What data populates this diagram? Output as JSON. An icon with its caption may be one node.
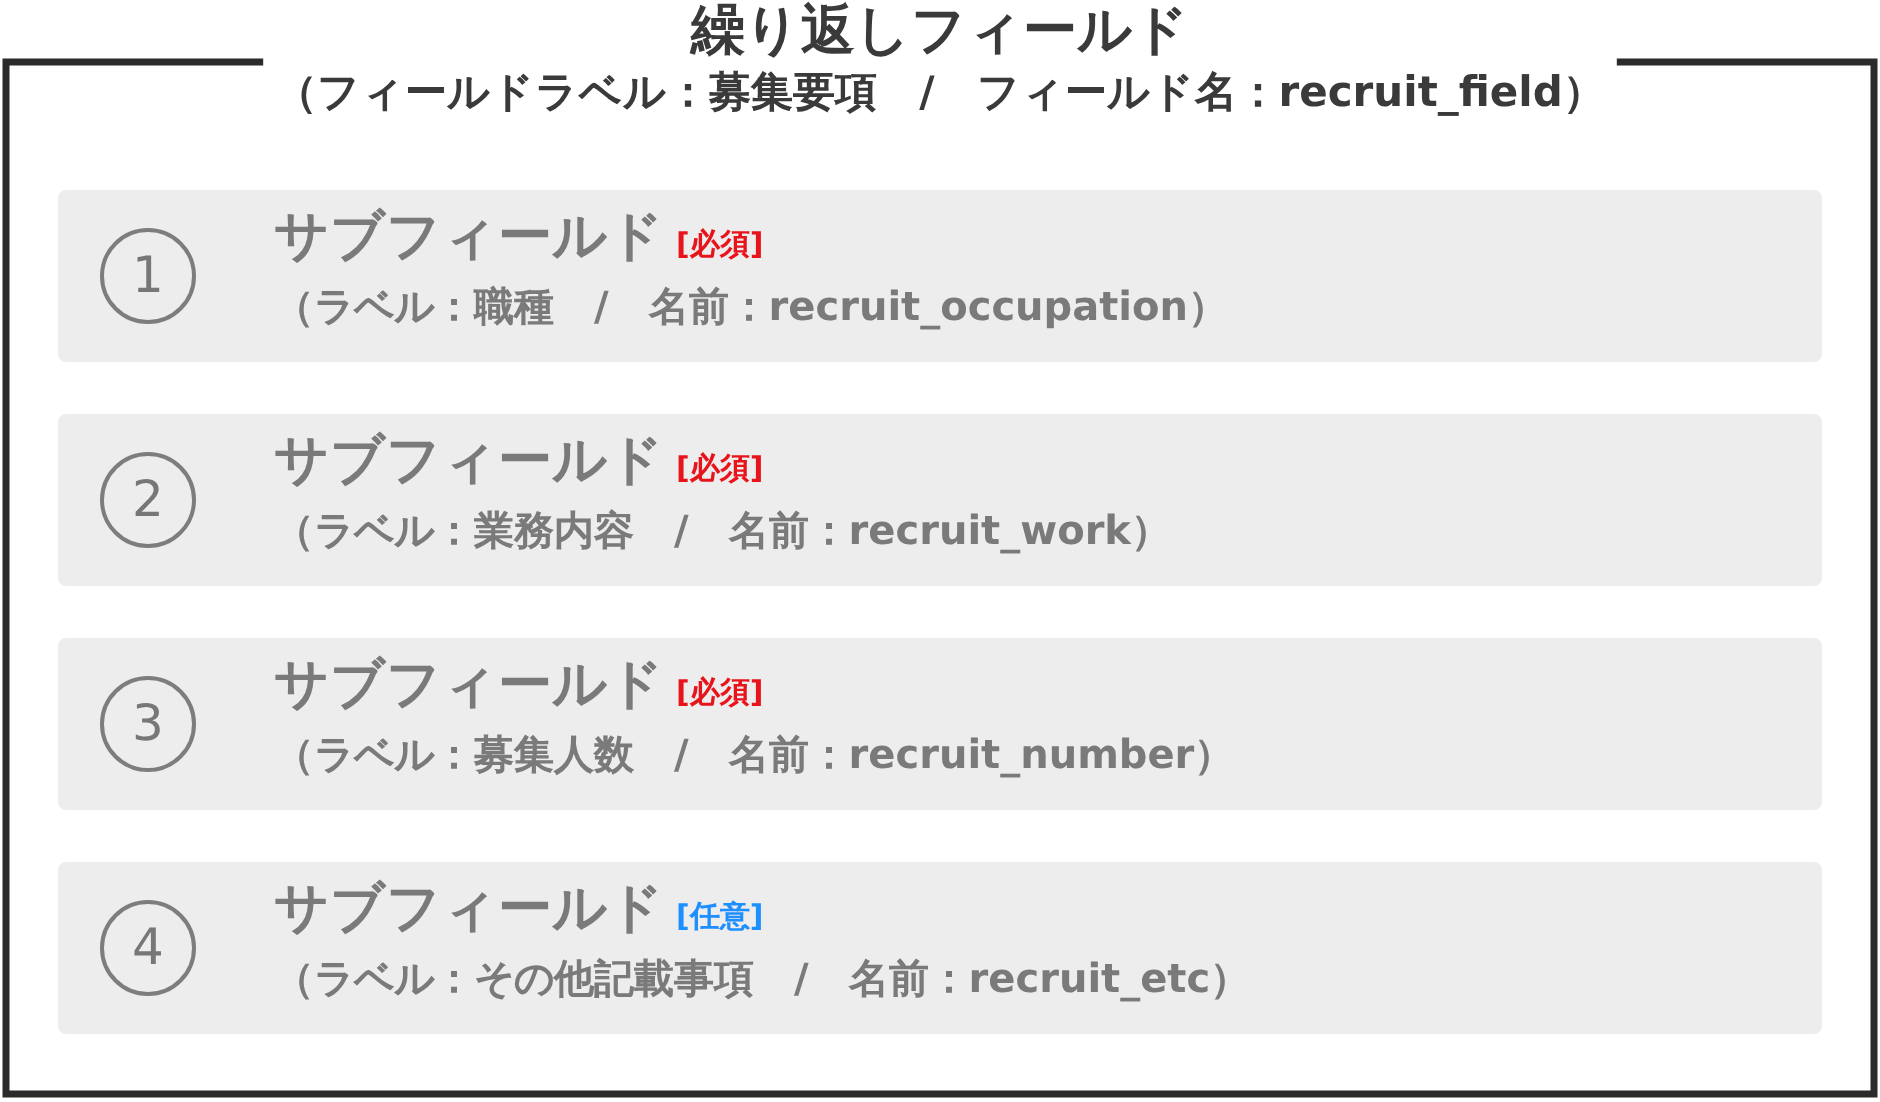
{
  "diagram": {
    "nodes": [
      {
        "text": [
          "繰り返しフィールド",
          "（フィールドラベル：募集要項　/　フィールド名：recruit_field）"
        ]
      },
      {
        "text": [
          "サブフィールド",
          "[必須]",
          "（ラベル：職種　/　名前：recruit_occupation）"
        ],
        "in": 0
      },
      {
        "text": [
          "1"
        ],
        "in": 1
      },
      {
        "text": [
          "サブフィールド",
          "[必須]",
          "（ラベル：業務内容　/　名前：recruit_work）"
        ],
        "in": 0
      },
      {
        "text": [
          "2"
        ],
        "in": 3
      },
      {
        "text": [
          "サブフィールド",
          "[必須]",
          "（ラベル：募集人数　/　名前：recruit_number）"
        ],
        "in": 0
      },
      {
        "text": [
          "3"
        ],
        "in": 5
      },
      {
        "text": [
          "サブフィールド",
          "[任意]",
          "（ラベル：その他記載事項　/　名前：recruit_etc）"
        ],
        "in": 0
      },
      {
        "text": [
          "4"
        ],
        "in": 7
      }
    ]
  }
}
